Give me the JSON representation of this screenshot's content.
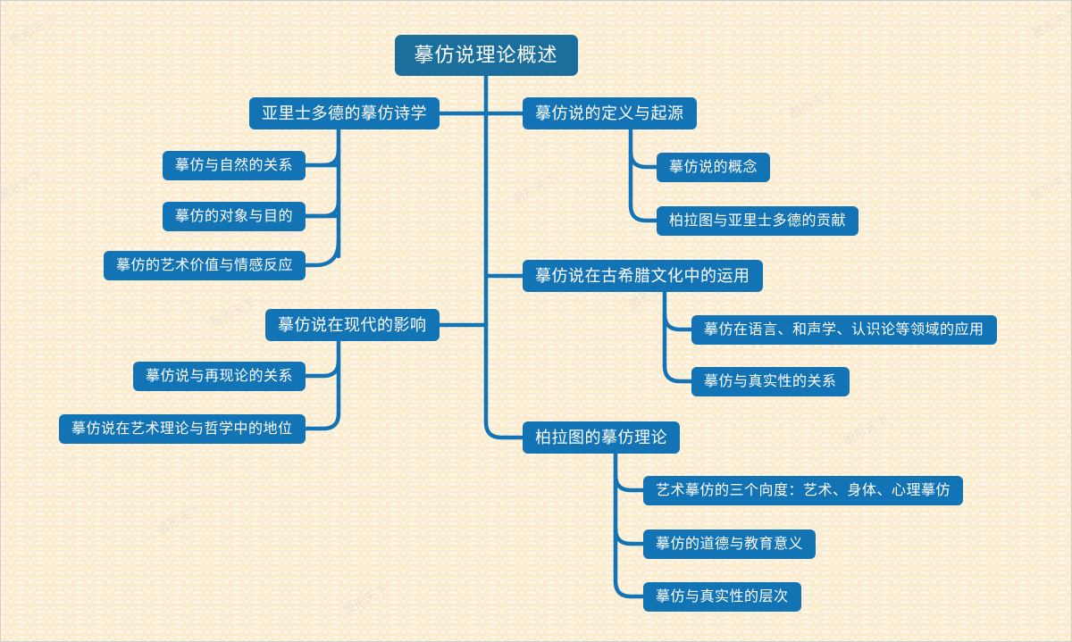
{
  "theme": {
    "node_color": "#1273b5",
    "root_color": "#1c6e9c",
    "text_color": "#ffffff",
    "background_color": "#fdf8ee",
    "pattern_color": "#fbeccf",
    "edge_color": "#1273b5"
  },
  "watermark": {
    "text": "图形天下"
  },
  "mindmap": {
    "root": {
      "label": "摹仿说理论概述"
    },
    "left_branches": [
      {
        "label": "亚里士多德的摹仿诗学",
        "children": [
          {
            "label": "摹仿与自然的关系"
          },
          {
            "label": "摹仿的对象与目的"
          },
          {
            "label": "摹仿的艺术价值与情感反应"
          }
        ]
      },
      {
        "label": "摹仿说在现代的影响",
        "children": [
          {
            "label": "摹仿说与再现论的关系"
          },
          {
            "label": "摹仿说在艺术理论与哲学中的地位"
          }
        ]
      }
    ],
    "right_branches": [
      {
        "label": "摹仿说的定义与起源",
        "children": [
          {
            "label": "摹仿说的概念"
          },
          {
            "label": "柏拉图与亚里士多德的贡献"
          }
        ]
      },
      {
        "label": "摹仿说在古希腊文化中的运用",
        "children": [
          {
            "label": "摹仿在语言、和声学、认识论等领域的应用"
          },
          {
            "label": "摹仿与真实性的关系"
          }
        ]
      },
      {
        "label": "柏拉图的摹仿理论",
        "children": [
          {
            "label": "艺术摹仿的三个向度：艺术、身体、心理摹仿"
          },
          {
            "label": "摹仿的道德与教育意义"
          },
          {
            "label": "摹仿与真实性的层次"
          }
        ]
      }
    ]
  }
}
